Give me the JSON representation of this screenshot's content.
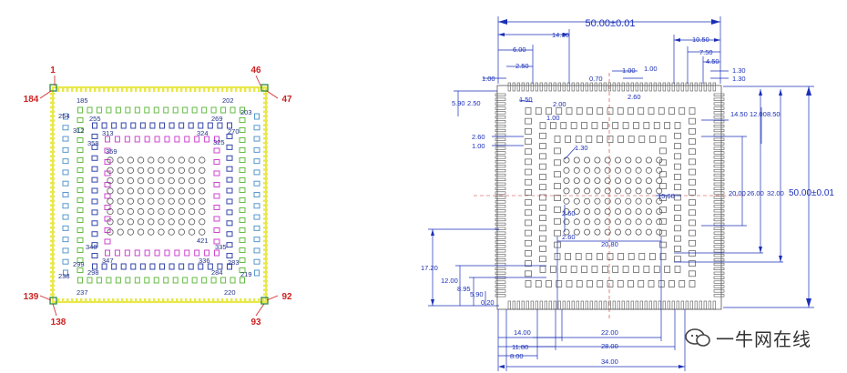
{
  "left_diagram": {
    "corner_pins": {
      "top_left": "1",
      "top_right": "46",
      "left_top": "184",
      "right_top": "47",
      "left_bottom": "139",
      "bottom_left": "138",
      "bottom_right": "93",
      "right_bottom": "92"
    },
    "inner_labels": [
      "185",
      "202",
      "203",
      "254",
      "255",
      "269",
      "270",
      "312",
      "313",
      "324",
      "325",
      "358",
      "359",
      "421",
      "335",
      "336",
      "347",
      "348",
      "299",
      "298",
      "284",
      "283",
      "238",
      "237",
      "220",
      "219"
    ],
    "colors": {
      "outline": "#e8e84a",
      "pad": "#66bb44",
      "outer_ring": "#5599cc",
      "ring_blue": "#3344aa",
      "ring_magenta": "#cc44cc",
      "ball": "#555555",
      "pin_label": "#cc2222",
      "label": "#223388"
    }
  },
  "right_diagram": {
    "top_dims": [
      "50.00±0.01",
      "14.60",
      "6.00",
      "2.50",
      "1.00",
      "10.50",
      "7.50",
      "4.50",
      "1.30",
      "1.30",
      "2.60",
      "0.70",
      "1.00",
      "1.00"
    ],
    "left_dims": [
      "5.90",
      "2.50",
      "1.50",
      "2.00",
      "1.00",
      "2.60",
      "1.00",
      "1.30",
      "2.60",
      "2.60",
      "17.20",
      "12.00",
      "8.95",
      "5.90",
      "0.20"
    ],
    "right_dims": [
      "14.50",
      "12.00",
      "8.50",
      "20.00",
      "26.00",
      "32.00",
      "50.00±0.01",
      "15.60"
    ],
    "bottom_dims": [
      "20.80",
      "22.00",
      "14.00",
      "11.80",
      "8.00",
      "28.00",
      "34.00"
    ],
    "colors": {
      "dim": "#1a2fb8",
      "pad": "#555555",
      "center": "#cc3333"
    }
  },
  "watermark": {
    "text": "一牛网在线"
  }
}
